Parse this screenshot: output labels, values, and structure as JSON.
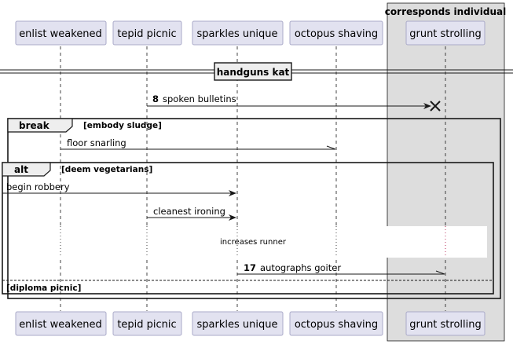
{
  "box": {
    "title": "corresponds individual"
  },
  "participants": [
    "enlist weakened",
    "tepid picnic",
    "sparkles unique",
    "octopus shaving",
    "grunt strolling"
  ],
  "divider": {
    "label": "handguns kat"
  },
  "messages": [
    {
      "number": "8",
      "label": "spoken bulletins"
    },
    {
      "number": "",
      "label": "floor snarling"
    },
    {
      "number": "",
      "label": "begin robbery"
    },
    {
      "number": "",
      "label": "cleanest ironing"
    },
    {
      "number": "17",
      "label": "autographs goiter"
    }
  ],
  "frames": {
    "break": {
      "keyword": "break",
      "condition": "[embody sludge]"
    },
    "alt": {
      "keyword": "alt",
      "condition": "[deem vegetarians]",
      "else_condition": "[diploma picnic]"
    }
  },
  "delay": {
    "label": "increases runner"
  },
  "colors": {
    "participant_fill": "#e2e2f0",
    "participant_border": "#a9a9c8",
    "box_fill": "#dddddd",
    "line": "#181818"
  }
}
